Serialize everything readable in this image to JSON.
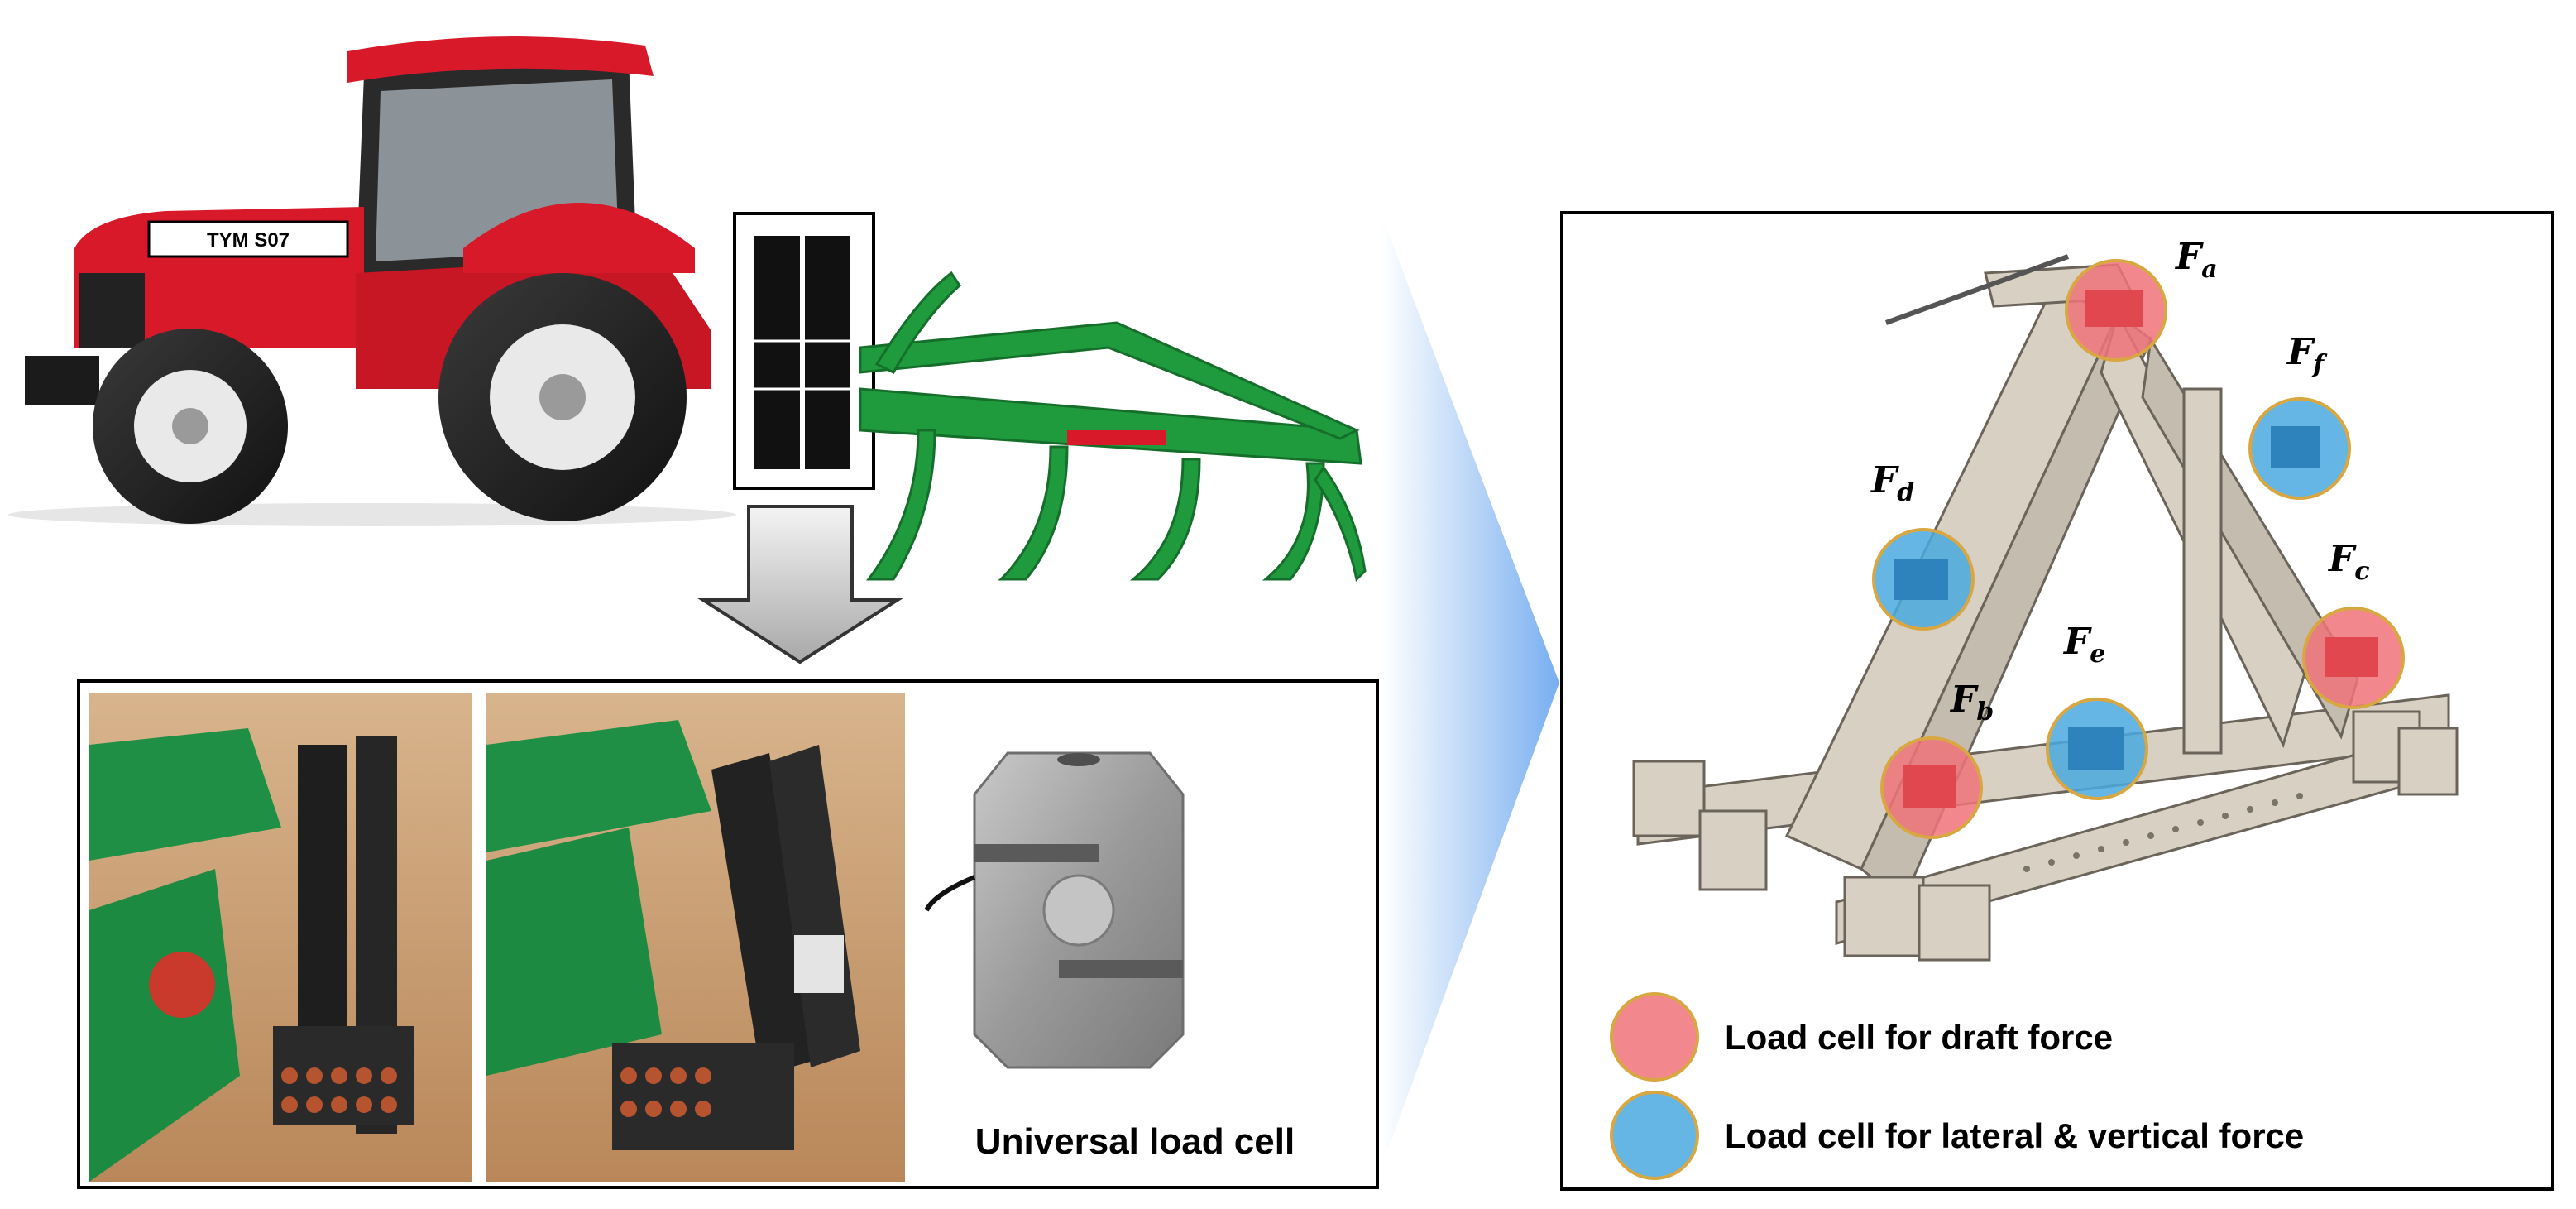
{
  "tractor": {
    "model_label": "TYM S07"
  },
  "photo_panel": {
    "caption": "Universal load cell"
  },
  "frame_diagram": {
    "force_labels": [
      {
        "id": "a",
        "base": "F",
        "sub": "a",
        "kind": "draft"
      },
      {
        "id": "b",
        "base": "F",
        "sub": "b",
        "kind": "draft"
      },
      {
        "id": "c",
        "base": "F",
        "sub": "c",
        "kind": "draft"
      },
      {
        "id": "d",
        "base": "F",
        "sub": "d",
        "kind": "lateral"
      },
      {
        "id": "e",
        "base": "F",
        "sub": "e",
        "kind": "lateral"
      },
      {
        "id": "f",
        "base": "F",
        "sub": "f",
        "kind": "lateral"
      }
    ]
  },
  "legend": {
    "items": [
      {
        "label": "Load cell for draft force",
        "color": "#f0737a"
      },
      {
        "label": "Load cell for lateral & vertical force",
        "color": "#4aa9df"
      }
    ]
  },
  "colors": {
    "draft": "#f0737a",
    "lateral": "#4aa9df",
    "outline": "#d9a741",
    "tractor_red": "#d7192a",
    "implement_green": "#1f9b3e",
    "frame_beige": "#d8d0c3"
  }
}
